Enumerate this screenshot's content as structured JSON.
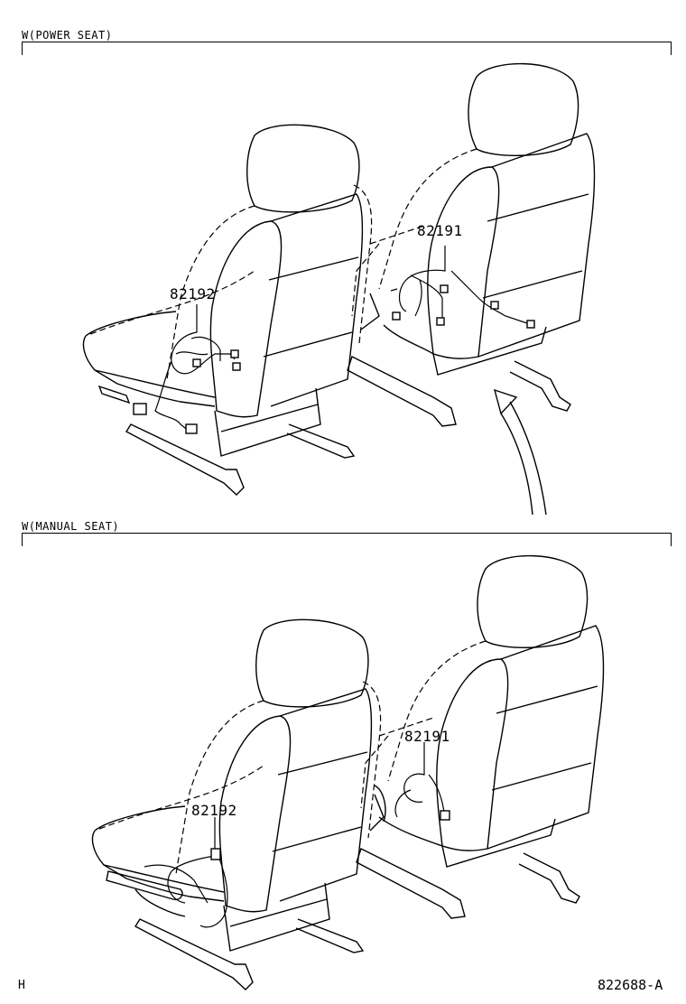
{
  "sections": {
    "power": {
      "label": "W(POWER SEAT)"
    },
    "manual": {
      "label": "W(MANUAL SEAT)"
    }
  },
  "callouts": {
    "power_left": "82192",
    "power_right": "82191",
    "manual_left": "82192",
    "manual_right": "82191"
  },
  "footer": {
    "left": "H",
    "right": "822688-A"
  }
}
